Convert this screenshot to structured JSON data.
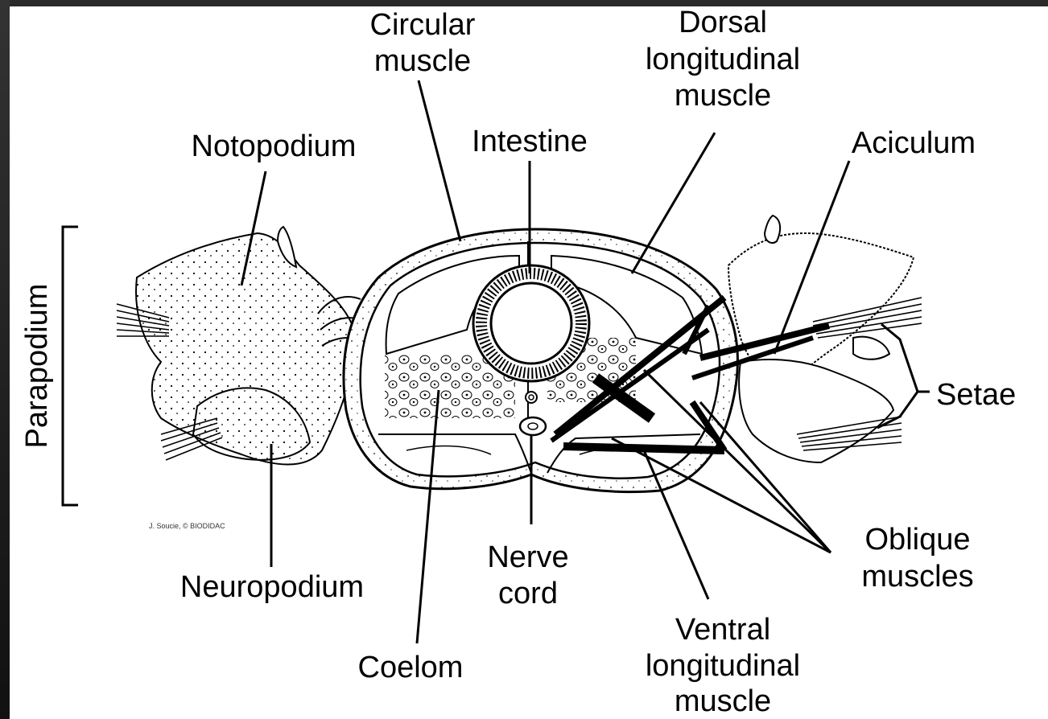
{
  "diagram": {
    "labels": {
      "circular_muscle": [
        "Circular",
        "muscle"
      ],
      "dorsal_longitudinal_muscle": [
        "Dorsal",
        "longitudinal",
        "muscle"
      ],
      "notopodium": "Notopodium",
      "intestine": "Intestine",
      "aciculum": "Aciculum",
      "parapodium": "Parapodium",
      "setae": "Setae",
      "neuropodium": "Neuropodium",
      "nerve_cord": [
        "Nerve",
        "cord"
      ],
      "oblique_muscles": [
        "Oblique",
        "muscles"
      ],
      "coelom": "Coelom",
      "ventral_longitudinal_muscle": [
        "Ventral",
        "longitudinal",
        "muscle"
      ]
    },
    "credit": "J. Soucie, © BIODIDAC"
  }
}
